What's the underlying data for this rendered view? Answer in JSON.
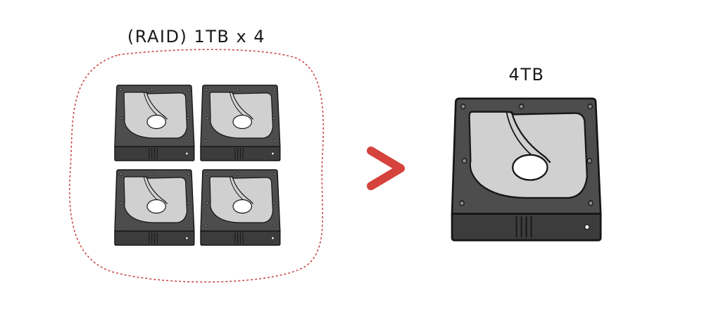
{
  "diagram": {
    "raid_group": {
      "label": "(RAID) 1TB x 4",
      "drive_count": 4
    },
    "arrow": {
      "symbol": "greater-than",
      "color": "#d5433c"
    },
    "single_drive": {
      "label": "4TB"
    },
    "colors": {
      "drive_body": "#4d4d4d",
      "drive_cover": "#d0d0d0",
      "group_outline": "#c94a4a"
    }
  }
}
